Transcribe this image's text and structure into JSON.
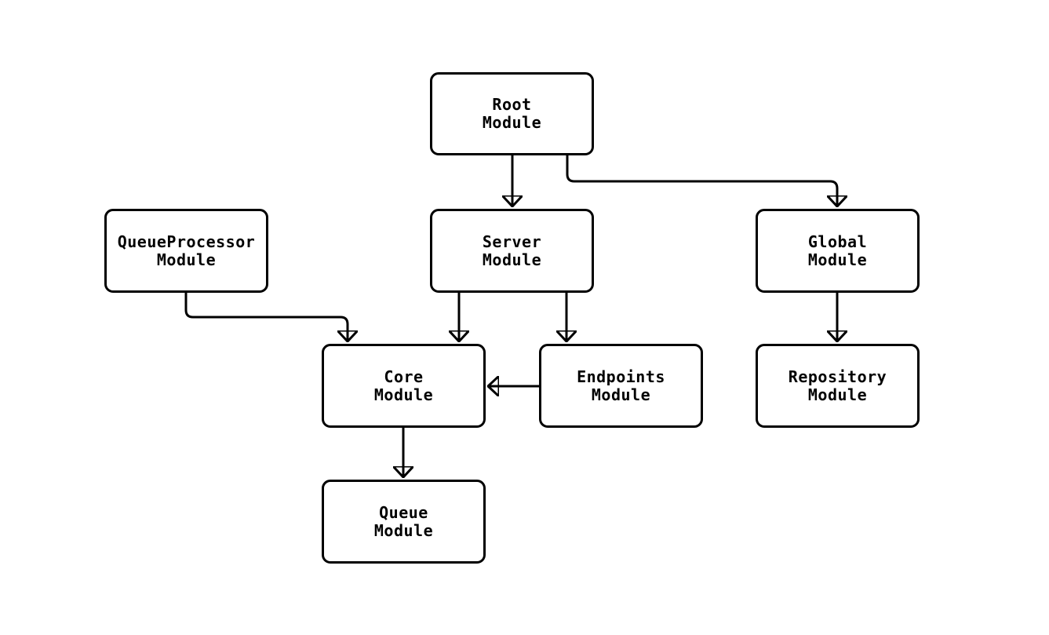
{
  "diagram": {
    "type": "module-dependency-graph",
    "colors": {
      "background": "#ffffff",
      "node_fill": "#ffffff",
      "node_border": "#000000",
      "edge": "#000000",
      "text": "#000000"
    },
    "nodes": {
      "root": {
        "line1": "Root",
        "line2": "Module"
      },
      "queueprocessor": {
        "line1": "QueueProcessor",
        "line2": "Module"
      },
      "server": {
        "line1": "Server",
        "line2": "Module"
      },
      "global": {
        "line1": "Global",
        "line2": "Module"
      },
      "core": {
        "line1": "Core",
        "line2": "Module"
      },
      "endpoints": {
        "line1": "Endpoints",
        "line2": "Module"
      },
      "repository": {
        "line1": "Repository",
        "line2": "Module"
      },
      "queue": {
        "line1": "Queue",
        "line2": "Module"
      }
    },
    "edges": [
      {
        "from": "Root Module",
        "to": "Server Module"
      },
      {
        "from": "Root Module",
        "to": "Global Module"
      },
      {
        "from": "QueueProcessor Module",
        "to": "Core Module"
      },
      {
        "from": "Server Module",
        "to": "Core Module"
      },
      {
        "from": "Server Module",
        "to": "Endpoints Module"
      },
      {
        "from": "Endpoints Module",
        "to": "Core Module"
      },
      {
        "from": "Global Module",
        "to": "Repository Module"
      },
      {
        "from": "Core Module",
        "to": "Queue Module"
      }
    ]
  }
}
